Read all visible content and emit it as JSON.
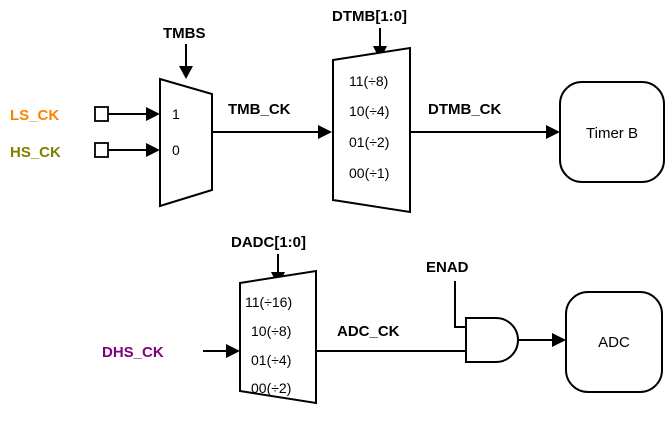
{
  "signals": {
    "tmbs": "TMBS",
    "dtmb_sel": "DTMB[1:0]",
    "dadc_sel": "DADC[1:0]",
    "enad": "ENAD",
    "ls_ck": "LS_CK",
    "hs_ck": "HS_CK",
    "dhs_ck": "DHS_CK",
    "tmb_ck": "TMB_CK",
    "dtmb_ck": "DTMB_CK",
    "adc_ck": "ADC_CK"
  },
  "mux_tmbs": {
    "inputs": [
      "1",
      "0"
    ]
  },
  "div_timer": {
    "options": [
      "11(÷8)",
      "10(÷4)",
      "01(÷2)",
      "00(÷1)"
    ]
  },
  "div_adc": {
    "options": [
      "11(÷16)",
      "10(÷8)",
      "01(÷4)",
      "00(÷2)"
    ]
  },
  "blocks": {
    "timer": "Timer B",
    "adc": "ADC"
  },
  "colors": {
    "ls_ck": "#ff7f00",
    "hs_ck": "#808000",
    "dhs_ck": "#800080"
  }
}
